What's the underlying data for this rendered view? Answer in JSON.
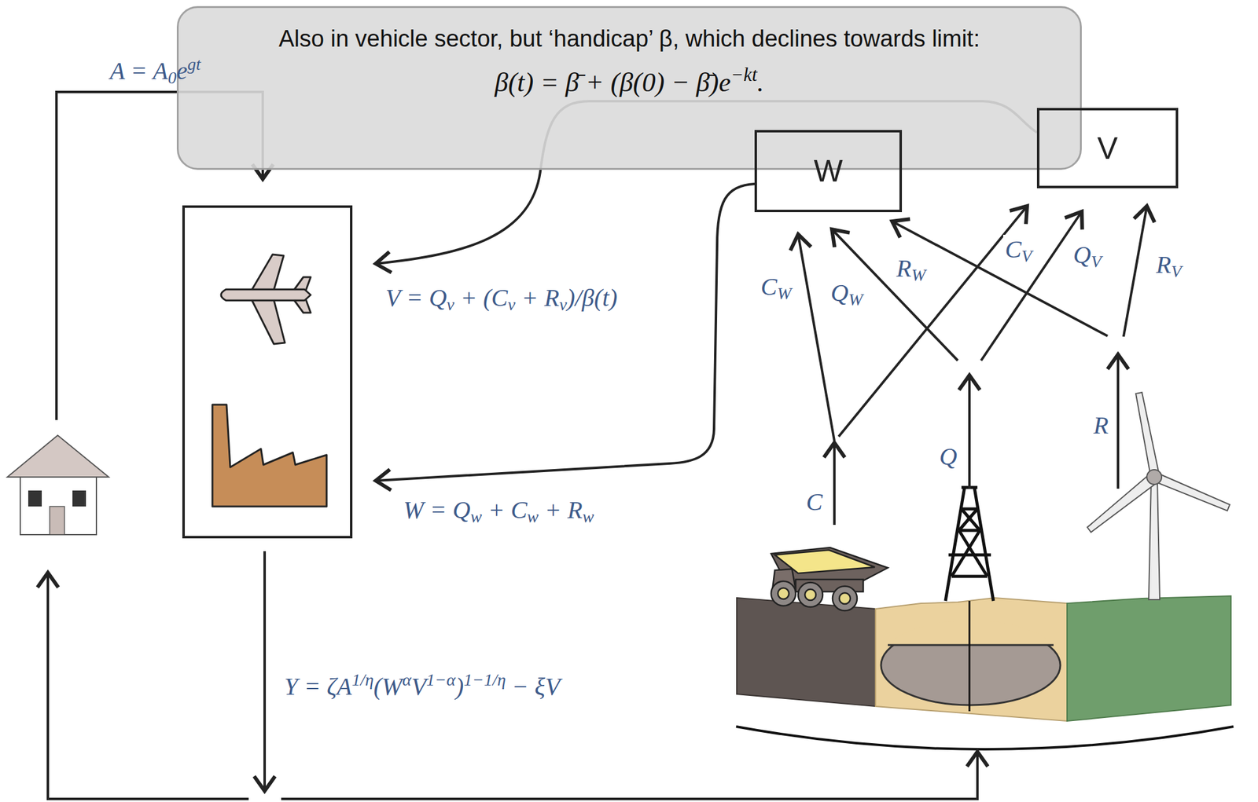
{
  "diagram": {
    "nodes": [
      {
        "text": [
          "Also in vehicle sector, but ‘handicap’ β, which declines towards limit:",
          "β(t) = β̄ + (β(0) − β̄)e−kt."
        ]
      },
      {
        "text": [
          "W"
        ]
      },
      {
        "text": [
          "V"
        ]
      }
    ],
    "labels": [
      "A = A0egt",
      "V = Qv + (Cv + Rv)/β(t)",
      "W = Qw + Cw + Rw",
      "Y = ζA1/η(WαV1−α)1−1/η − ξV",
      "CW",
      "QW",
      "RW",
      "CV",
      "QV",
      "RV",
      "C",
      "Q",
      "R"
    ]
  }
}
